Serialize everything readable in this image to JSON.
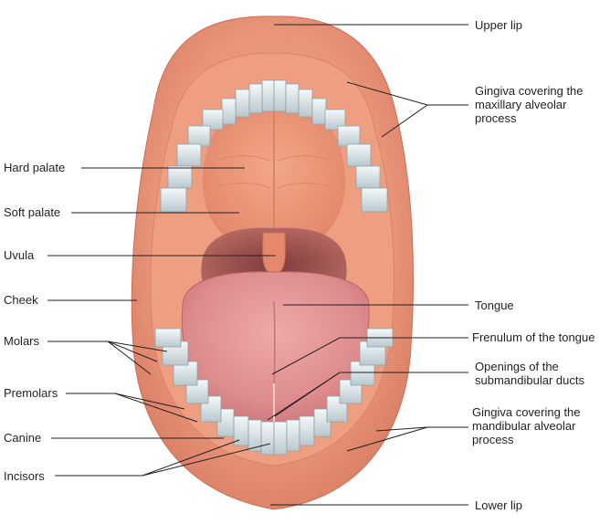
{
  "labels": {
    "upper_lip": "Upper lip",
    "gingiva_maxillary": [
      "Gingiva covering the",
      "maxillary alveolar",
      "process"
    ],
    "hard_palate": "Hard palate",
    "soft_palate": "Soft palate",
    "uvula": "Uvula",
    "cheek": "Cheek",
    "tongue": "Tongue",
    "molars": "Molars",
    "frenulum": "Frenulum of the tongue",
    "openings": [
      "Openings of the",
      "submandibular ducts"
    ],
    "premolars": "Premolars",
    "gingiva_mandibular": [
      "Gingiva covering the",
      "mandibular alveolar",
      "process"
    ],
    "canine": "Canine",
    "incisors": "Incisors",
    "lower_lip": "Lower lip"
  },
  "colors": {
    "lip": "#e8957a",
    "tissue": "#f0a486",
    "palate": "#ea8e6f",
    "throat": "#b85f55",
    "tongue": "#dc8a8a",
    "tooth": "#e6eef0",
    "tooth_shadow": "#9fb0b8",
    "leader": "#231f20"
  }
}
